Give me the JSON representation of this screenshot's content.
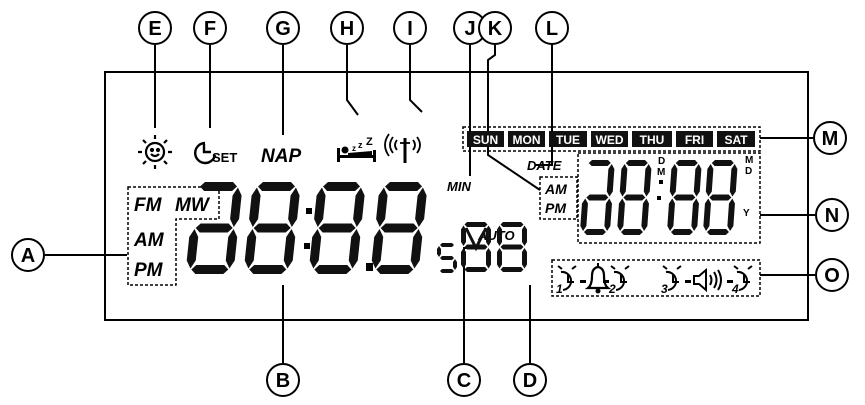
{
  "callouts": {
    "A": "A",
    "B": "B",
    "C": "C",
    "D": "D",
    "E": "E",
    "F": "F",
    "G": "G",
    "H": "H",
    "I": "I",
    "J": "J",
    "K": "K",
    "L": "L",
    "M": "M",
    "N": "N",
    "O": "O"
  },
  "lcd": {
    "band_labels": [
      "FM",
      "MW",
      "AM",
      "PM"
    ],
    "set_label": "SET",
    "nap_label": "NAP",
    "min_label": "MIN",
    "auto_label": "AUTO",
    "date_label": "DATE",
    "ampm_labels": [
      "AM",
      "PM"
    ],
    "weekdays": [
      "SUN",
      "MON",
      "TUE",
      "WED",
      "THU",
      "FRI",
      "SAT"
    ],
    "date_markers": {
      "d": "D",
      "m": "M",
      "m2": "M",
      "d2": "D",
      "y": "Y"
    },
    "alarm_numbers": [
      "1",
      "2",
      "3",
      "4"
    ],
    "icons": [
      "sun-face-icon",
      "clock-set-icon",
      "sleep-bed-icon",
      "radio-signal-icon",
      "alarm-clock-icon",
      "bell-icon",
      "speaker-icon"
    ]
  }
}
